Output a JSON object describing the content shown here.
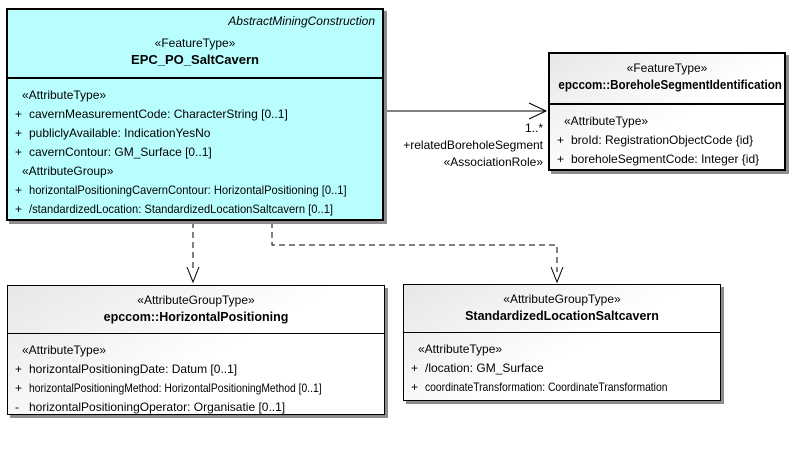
{
  "diagram": {
    "background_color": "#ffffff",
    "feature_fill_color": "#b8feff",
    "node_fill_color": "#ffffff",
    "line_color": "#000000",
    "classes": {
      "saltCavern": {
        "parent_label": "AbstractMiningConstruction",
        "stereotype": "«FeatureType»",
        "name": "EPC_PO_SaltCavern",
        "attr_type_heading": "«AttributeType»",
        "attr_group_heading": "«AttributeGroup»",
        "attributes": [
          {
            "vis": "+",
            "text": "cavernMeasurementCode: CharacterString [0..1]"
          },
          {
            "vis": "+",
            "text": "publiclyAvailable: IndicationYesNo"
          },
          {
            "vis": "+",
            "text": "cavernContour: GM_Surface [0..1]"
          }
        ],
        "group_attributes": [
          {
            "vis": "+",
            "text": "horizontalPositioningCavernContour: HorizontalPositioning [0..1]"
          },
          {
            "vis": "+",
            "text": "/standardizedLocation: StandardizedLocationSaltcavern [0..1]"
          }
        ]
      },
      "boreholeSegment": {
        "stereotype": "«FeatureType»",
        "name": "epccom::BoreholeSegmentIdentification",
        "attr_type_heading": "«AttributeType»",
        "attributes": [
          {
            "vis": "+",
            "text": "broId: RegistrationObjectCode {id}"
          },
          {
            "vis": "+",
            "text": "boreholeSegmentCode: Integer {id}"
          }
        ]
      },
      "horizontalPositioning": {
        "stereotype": "«AttributeGroupType»",
        "name": "epccom::HorizontalPositioning",
        "attr_type_heading": "«AttributeType»",
        "attributes": [
          {
            "vis": "+",
            "text": "horizontalPositioningDate: Datum [0..1]"
          },
          {
            "vis": "+",
            "text": "horizontalPositioningMethod: HorizontalPositioningMethod [0..1]"
          },
          {
            "vis": "-",
            "text": "horizontalPositioningOperator: Organisatie [0..1]"
          }
        ]
      },
      "standardizedLocation": {
        "stereotype": "«AttributeGroupType»",
        "name": "StandardizedLocationSaltcavern",
        "attr_type_heading": "«AttributeType»",
        "attributes": [
          {
            "vis": "+",
            "text": "/location: GM_Surface"
          },
          {
            "vis": "+",
            "text": "coordinateTransformation: CoordinateTransformation"
          }
        ]
      }
    },
    "connectors": {
      "relatedBoreholeSegment": {
        "type": "association",
        "line_style": "solid",
        "multiplicity": "1..*",
        "role_name": "+relatedBoreholeSegment",
        "stereotype": "«AssociationRole»"
      },
      "horizontalPositioningDependency": {
        "type": "dependency",
        "line_style": "dashed"
      },
      "standardizedLocationDependency": {
        "type": "dependency",
        "line_style": "dashed"
      }
    }
  }
}
